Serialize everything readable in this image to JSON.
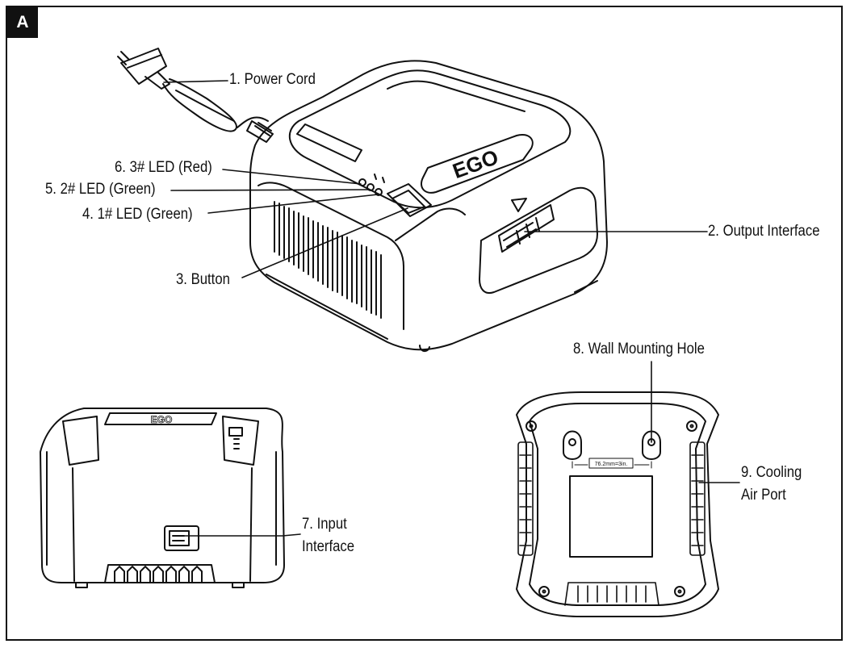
{
  "figure_tag": "A",
  "callouts": {
    "power_cord": "1. Power Cord",
    "output_interface": "2. Output Interface",
    "button": "3. Button",
    "led_1": "4. 1# LED (Green)",
    "led_2": "5. 2# LED (Green)",
    "led_3": "6. 3# LED (Red)",
    "input_interface_line1": "7. Input",
    "input_interface_line2": "Interface",
    "wall_mounting_hole": "8. Wall Mounting Hole",
    "cooling_air_port_line1": "9. Cooling",
    "cooling_air_port_line2": "Air Port"
  },
  "brand_mark": "EGO",
  "mounting_dimension": "76.2mm=3in."
}
